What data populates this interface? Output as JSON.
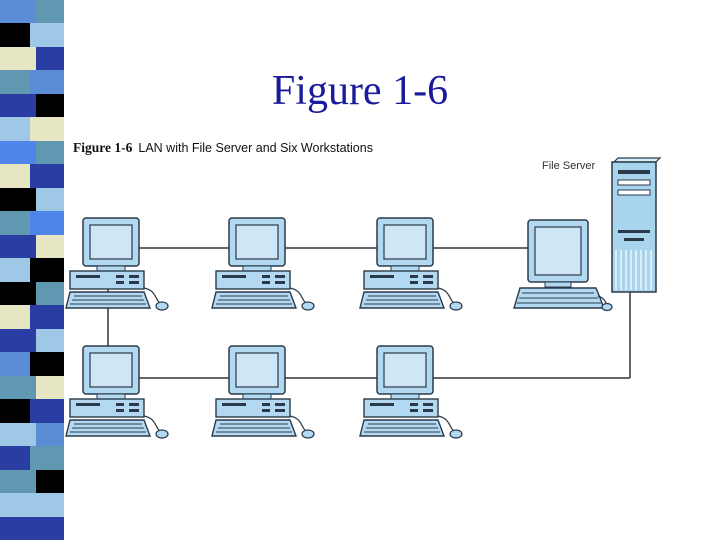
{
  "slide": {
    "title": "Figure 1-6"
  },
  "figure": {
    "caption_number": "Figure 1-6",
    "caption_text": "LAN with File Server and Six Workstations"
  },
  "diagram": {
    "server_label": "File Server",
    "workstation_count": 6,
    "colors": {
      "screen_blue": "#cfe6f7",
      "body_blue": "#b3d9f2",
      "outline": "#2a3a48",
      "cable": "#333333",
      "server_body": "#a8d4ee"
    }
  },
  "decor": {
    "left_strip_colors": [
      "#5f98b0",
      "#9ec8e6",
      "#2a3da2",
      "#5a8dd6",
      "#000000",
      "#e6e6c4",
      "#5f98b0",
      "#2a3da2",
      "#9ec8e6",
      "#4f84e8",
      "#e6e6c4",
      "#000000",
      "#5f98b0",
      "#2a3da2",
      "#9ec8e6",
      "#000000",
      "#e6e6c4",
      "#2a3da2",
      "#5a8dd6",
      "#5f98b0",
      "#000000",
      "#9ec8e6",
      "#2a3da2"
    ]
  }
}
